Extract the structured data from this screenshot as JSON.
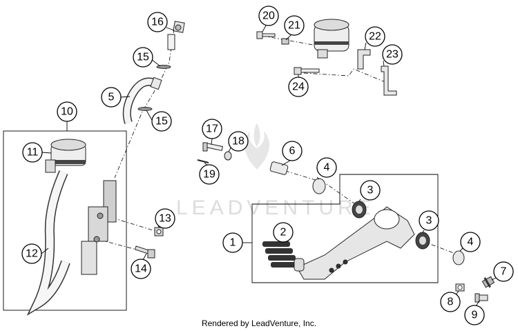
{
  "watermark": {
    "text": "LEADVENTURE"
  },
  "credit": "Rendered by LeadVenture, Inc.",
  "callouts": [
    {
      "id": "16",
      "label": "16"
    },
    {
      "id": "15a",
      "label": "15"
    },
    {
      "id": "5",
      "label": "5"
    },
    {
      "id": "15b",
      "label": "15"
    },
    {
      "id": "10",
      "label": "10"
    },
    {
      "id": "11",
      "label": "11"
    },
    {
      "id": "12",
      "label": "12"
    },
    {
      "id": "13",
      "label": "13"
    },
    {
      "id": "14",
      "label": "14"
    },
    {
      "id": "20",
      "label": "20"
    },
    {
      "id": "21",
      "label": "21"
    },
    {
      "id": "22",
      "label": "22"
    },
    {
      "id": "23",
      "label": "23"
    },
    {
      "id": "24",
      "label": "24"
    },
    {
      "id": "17",
      "label": "17"
    },
    {
      "id": "18",
      "label": "18"
    },
    {
      "id": "19",
      "label": "19"
    },
    {
      "id": "6",
      "label": "6"
    },
    {
      "id": "4a",
      "label": "4"
    },
    {
      "id": "3a",
      "label": "3"
    },
    {
      "id": "2",
      "label": "2"
    },
    {
      "id": "1",
      "label": "1"
    },
    {
      "id": "3b",
      "label": "3"
    },
    {
      "id": "4b",
      "label": "4"
    },
    {
      "id": "7",
      "label": "7"
    },
    {
      "id": "8",
      "label": "8"
    },
    {
      "id": "9",
      "label": "9"
    }
  ]
}
